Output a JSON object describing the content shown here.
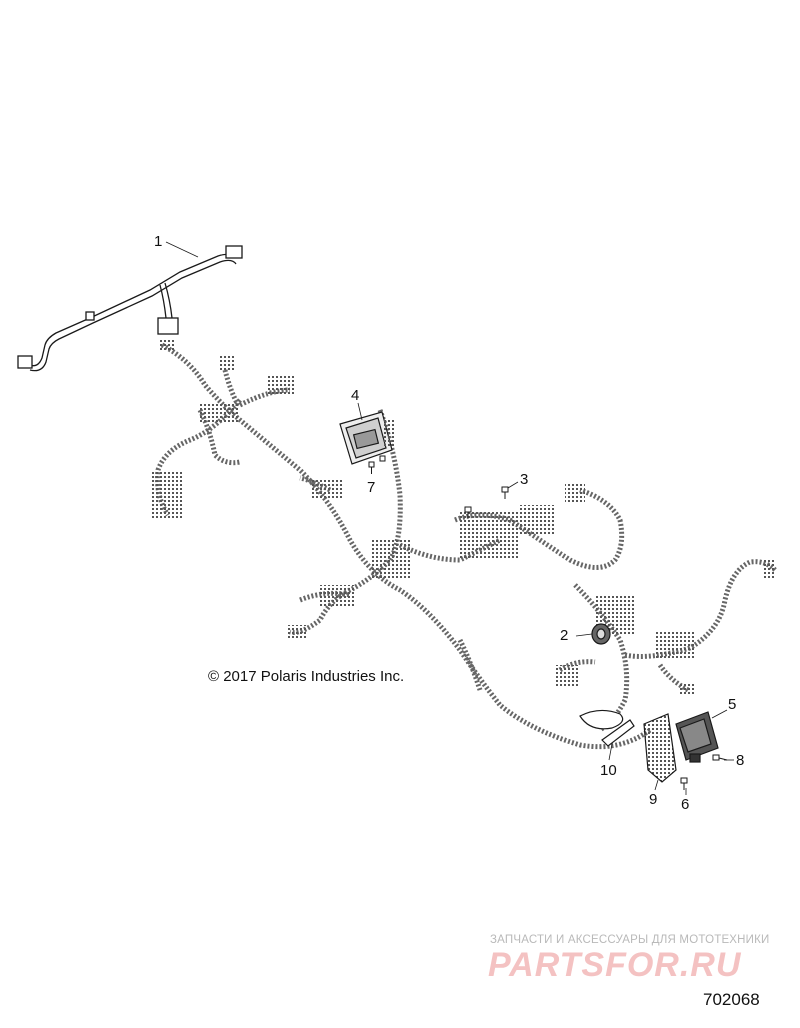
{
  "copyright": "© 2017 Polaris Industries Inc.",
  "diagram_number": "702068",
  "watermark": {
    "tagline": "ЗАПЧАСТИ И АКСЕССУАРЫ ДЛЯ МОТОТЕХНИКИ",
    "brand": "PARTSFOR.RU"
  },
  "callouts": [
    {
      "id": "1",
      "label": "1"
    },
    {
      "id": "2",
      "label": "2"
    },
    {
      "id": "3",
      "label": "3"
    },
    {
      "id": "4",
      "label": "4"
    },
    {
      "id": "5",
      "label": "5"
    },
    {
      "id": "6",
      "label": "6"
    },
    {
      "id": "7",
      "label": "7"
    },
    {
      "id": "8",
      "label": "8"
    },
    {
      "id": "9",
      "label": "9"
    },
    {
      "id": "10",
      "label": "10"
    }
  ],
  "colors": {
    "line": "#1a1a1a",
    "dotted_harness": "#555555",
    "watermark_red": "#f4c2c2",
    "watermark_gray": "#b9b9b9"
  }
}
